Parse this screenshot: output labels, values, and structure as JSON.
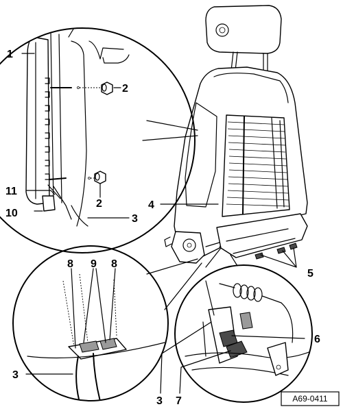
{
  "callouts": [
    {
      "id": "c1",
      "text": "1"
    },
    {
      "id": "c2a",
      "text": "2"
    },
    {
      "id": "c2b",
      "text": "2"
    },
    {
      "id": "c3a",
      "text": "3"
    },
    {
      "id": "c3b",
      "text": "3"
    },
    {
      "id": "c3c",
      "text": "3"
    },
    {
      "id": "c4",
      "text": "4"
    },
    {
      "id": "c5",
      "text": "5"
    },
    {
      "id": "c6",
      "text": "6"
    },
    {
      "id": "c7",
      "text": "7"
    },
    {
      "id": "c8a",
      "text": "8"
    },
    {
      "id": "c8b",
      "text": "8"
    },
    {
      "id": "c9",
      "text": "9"
    },
    {
      "id": "c10",
      "text": "10"
    },
    {
      "id": "c11",
      "text": "11"
    }
  ],
  "figure_id": "A69-0411"
}
